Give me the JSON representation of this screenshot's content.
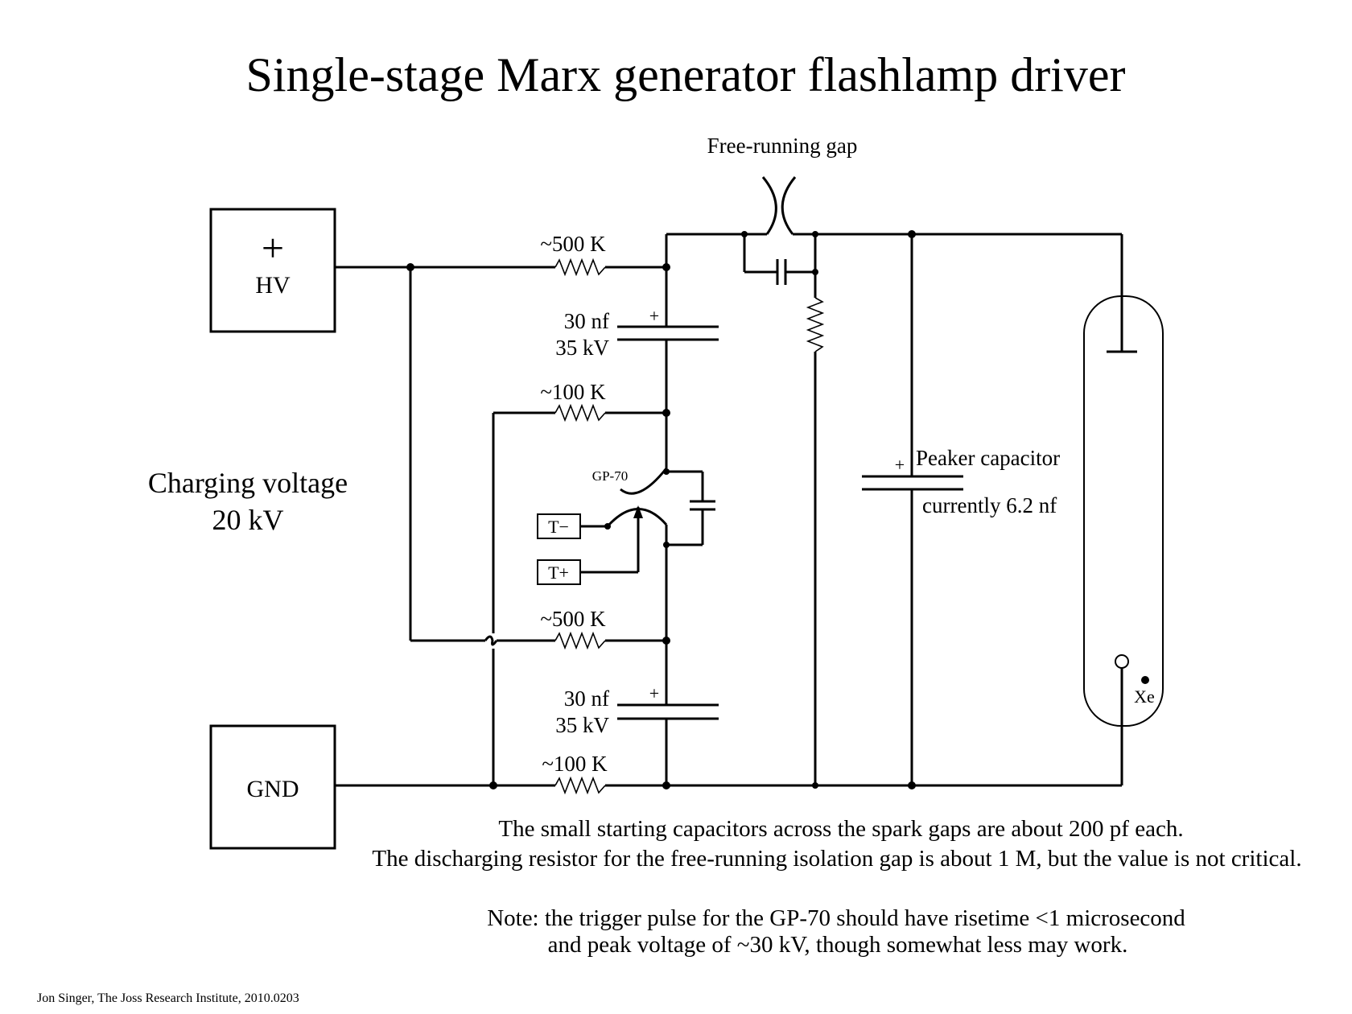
{
  "title": "Single-stage Marx generator flashlamp driver",
  "labels": {
    "free_running_gap": "Free-running gap",
    "hv_symbol": "+",
    "hv": "HV",
    "gnd": "GND",
    "charging_voltage_line1": "Charging voltage",
    "charging_voltage_line2": "20 kV",
    "r_top": "~500 K",
    "c_top_value": "30 nf",
    "c_top_voltage": "35 kV",
    "c_top_polarity": "+",
    "r_upper_100k": "~100 K",
    "gp70": "GP-70",
    "t_minus": "T−",
    "t_plus": "T+",
    "r_mid_500k": "~500 K",
    "c_bottom_value": "30 nf",
    "c_bottom_voltage": "35 kV",
    "c_bottom_polarity": "+",
    "r_bottom_100k": "~100 K",
    "peaker_polarity": "+",
    "peaker_label": "Peaker capacitor",
    "peaker_value": "currently 6.2 nf",
    "xe": "Xe"
  },
  "notes": {
    "line1": "The small starting capacitors across the spark gaps are about 200 pf each.",
    "line2": "The discharging resistor for the free-running isolation gap is about 1 M, but the value is not critical.",
    "line3": "Note: the trigger pulse for the GP-70 should have risetime <1 microsecond",
    "line4": "and peak voltage of ~30 kV, though somewhat less may work."
  },
  "credit": "Jon Singer, The Joss Research Institute, 2010.0203"
}
